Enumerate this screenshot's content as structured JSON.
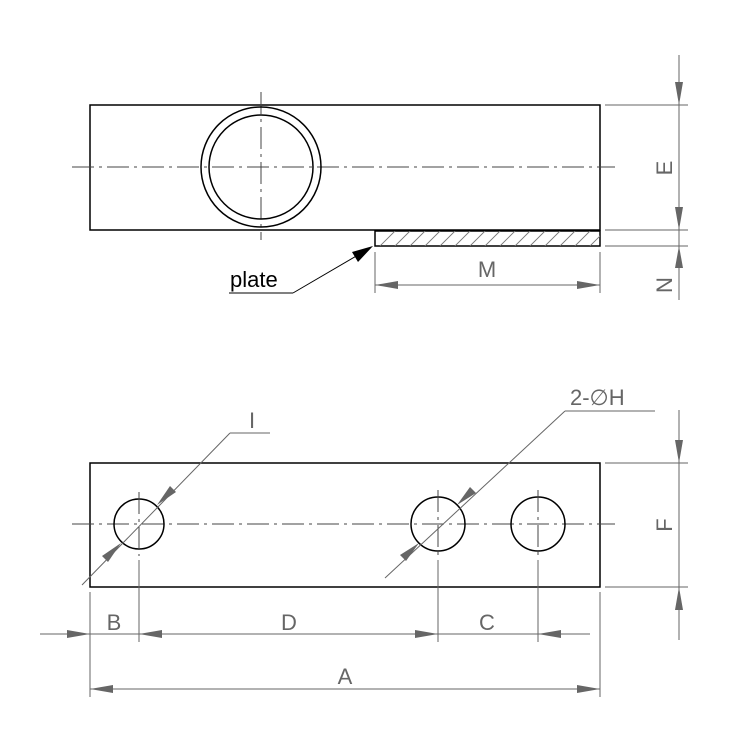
{
  "top_view": {
    "dim_E": "E",
    "dim_N": "N",
    "dim_M": "M",
    "plate_label": "plate"
  },
  "bottom_view": {
    "dim_F": "F",
    "dim_A": "A",
    "dim_B": "B",
    "dim_C": "C",
    "dim_D": "D",
    "hole_label": "2-∅H",
    "dim_I": "I"
  }
}
